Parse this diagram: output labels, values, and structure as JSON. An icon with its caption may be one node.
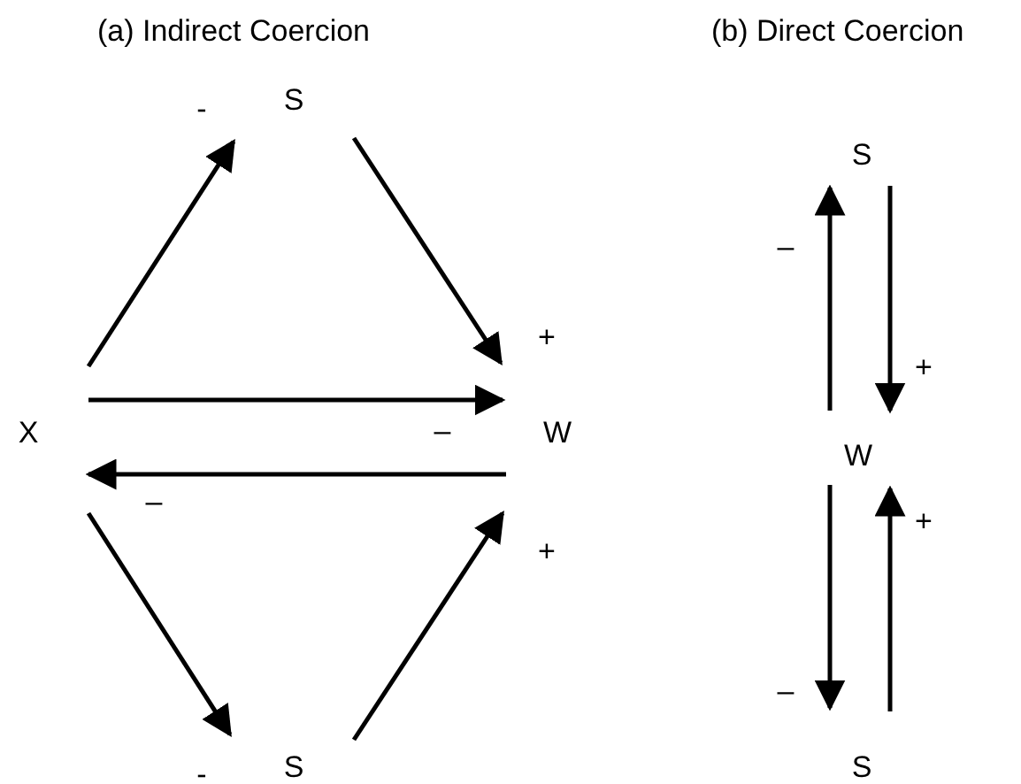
{
  "diagram": {
    "nodes": [
      {
        "text": [
          "S"
        ]
      },
      {
        "text": [
          "X"
        ]
      },
      {
        "text": [
          "W"
        ]
      },
      {
        "text": [
          "S"
        ]
      },
      {
        "text": [
          "S"
        ]
      },
      {
        "text": [
          "W"
        ]
      },
      {
        "text": [
          "S"
        ]
      }
    ],
    "edges": [
      {
        "from": 1,
        "to": 0,
        "arrow": "to",
        "label": "-"
      },
      {
        "from": 0,
        "to": 2,
        "arrow": "to",
        "label": "+"
      },
      {
        "from": 1,
        "to": 2,
        "arrow": "to",
        "label": "–"
      },
      {
        "from": 2,
        "to": 1,
        "arrow": "to",
        "label": "–"
      },
      {
        "from": 1,
        "to": 3,
        "arrow": "to",
        "label": "-"
      },
      {
        "from": 3,
        "to": 2,
        "arrow": "to",
        "label": "+"
      },
      {
        "from": 5,
        "to": 4,
        "arrow": "to",
        "label": "–"
      },
      {
        "from": 4,
        "to": 5,
        "arrow": "to",
        "label": "+"
      },
      {
        "from": 5,
        "to": 6,
        "arrow": "to",
        "label": "–"
      },
      {
        "from": 6,
        "to": 5,
        "arrow": "to",
        "label": "+"
      }
    ],
    "labels": [
      "(a) Indirect Coercion",
      "(b) Direct Coercion"
    ]
  }
}
